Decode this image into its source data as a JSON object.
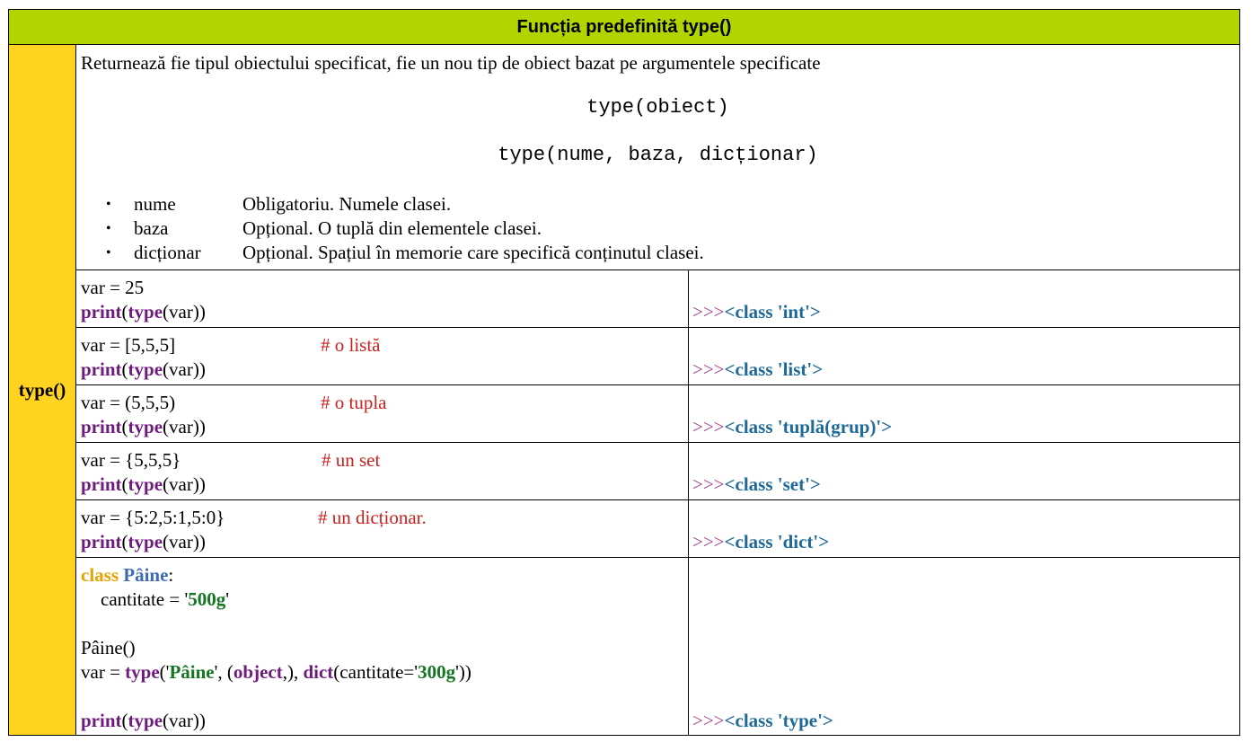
{
  "header": {
    "title": "Funcția predefinită type()"
  },
  "side_label": "type()",
  "description": {
    "intro": "Returnează fie tipul obiectului specificat, fie un nou tip de obiect bazat pe argumentele specificate",
    "syntax": [
      "type(obiect)",
      "type(nume, baza, dicționar)"
    ],
    "params": [
      {
        "name": "nume",
        "desc": "Obligatoriu. Numele clasei."
      },
      {
        "name": "baza",
        "desc": "Opțional. O tuplă din elementele clasei."
      },
      {
        "name": "dicționar",
        "desc": "Opțional. Spațiul în memorie care specifică conținutul clasei."
      }
    ]
  },
  "examples": [
    {
      "assign": "var = 25",
      "comment": "",
      "result": "<class 'int'>"
    },
    {
      "assign": "var = [5,5,5]",
      "comment": "# o listă",
      "result": "<class 'list'>"
    },
    {
      "assign": "var = (5,5,5)",
      "comment": "# o tupla",
      "result": "<class 'tuplă(grup)'>"
    },
    {
      "assign": "var = {5,5,5}",
      "comment": "# un set",
      "result": "<class 'set'>"
    },
    {
      "assign": "var = {5:2,5:1,5:0}",
      "comment": "# un dicționar.",
      "result": "<class 'dict'>"
    }
  ],
  "print_stmt": {
    "fn": "print",
    "inner": "type",
    "arg": "var"
  },
  "prompt": ">>>",
  "last_example": {
    "class_kw": "class",
    "class_name": "Pâine",
    "attr": "cantitate",
    "attr_value": "500g",
    "call": "Pâine()",
    "var_assign": "var = ",
    "type_fn": "type",
    "type_arg_str": "Pâine",
    "object_kw": "object",
    "dict_fn": "dict",
    "kwarg": "cantitate=",
    "kwarg_value": "300g",
    "result": "<class 'type'>"
  }
}
